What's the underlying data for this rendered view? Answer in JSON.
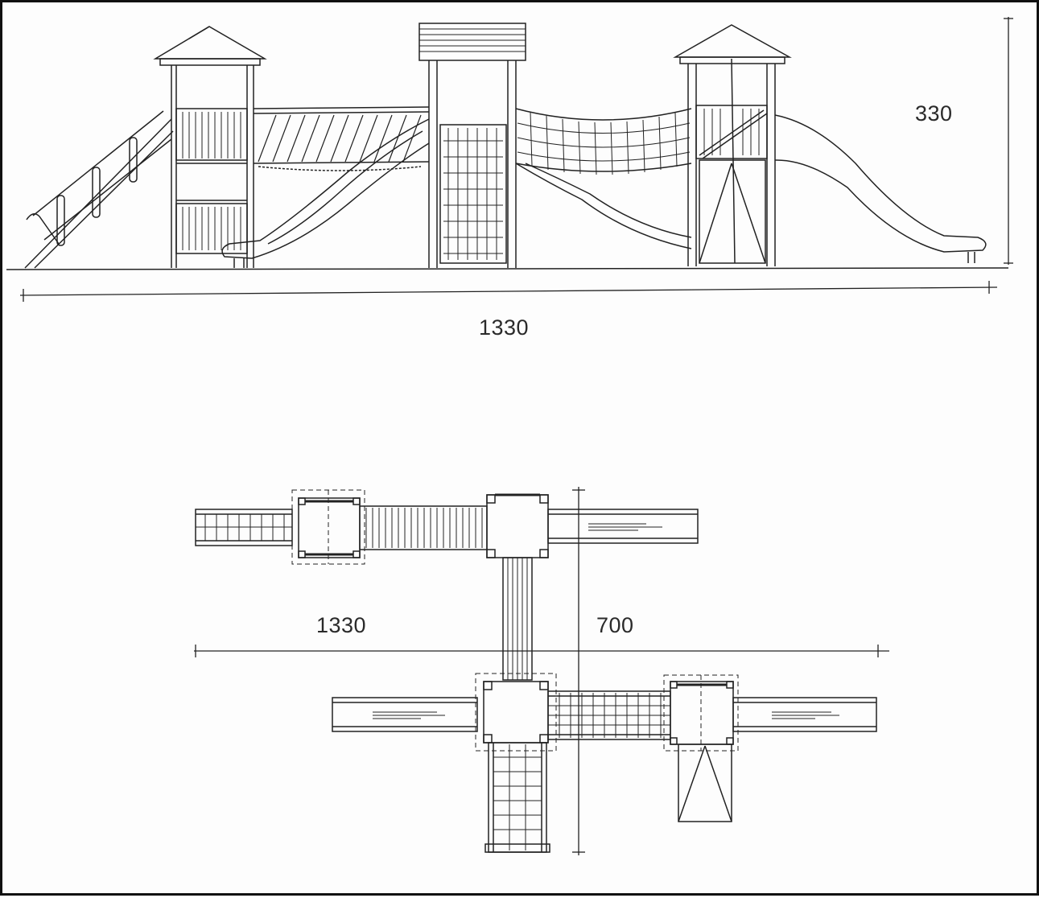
{
  "elevation": {
    "height_label": "330",
    "width_label": "1330"
  },
  "plan": {
    "width_label": "1330",
    "depth_label": "700"
  },
  "colors": {
    "line": "#222222",
    "paper": "#fdfdfd"
  }
}
